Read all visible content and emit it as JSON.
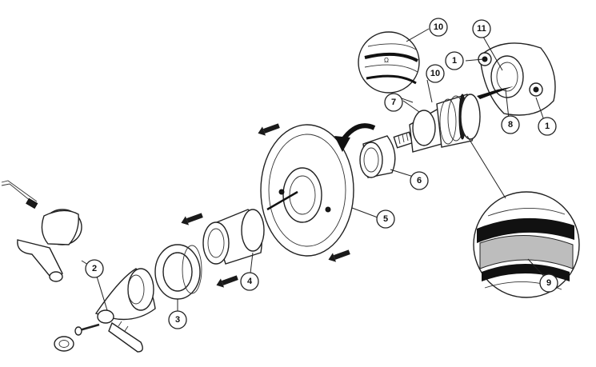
{
  "callouts": [
    {
      "id": "c1a",
      "label": "1"
    },
    {
      "id": "c1b",
      "label": "1"
    },
    {
      "id": "c2",
      "label": "2"
    },
    {
      "id": "c3",
      "label": "3"
    },
    {
      "id": "c4",
      "label": "4"
    },
    {
      "id": "c5",
      "label": "5"
    },
    {
      "id": "c6",
      "label": "6"
    },
    {
      "id": "c7",
      "label": "7"
    },
    {
      "id": "c8",
      "label": "8"
    },
    {
      "id": "c9",
      "label": "9"
    },
    {
      "id": "c10a",
      "label": "10"
    },
    {
      "id": "c10b",
      "label": "10"
    },
    {
      "id": "c11",
      "label": "11"
    }
  ],
  "colors": {
    "line": "#222222",
    "background": "#ffffff",
    "detail_fill": "#bdbdbd"
  }
}
